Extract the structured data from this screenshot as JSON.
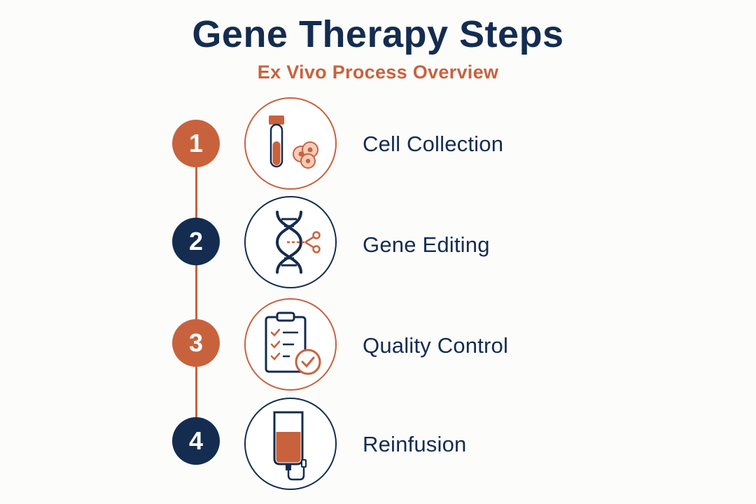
{
  "title": "Gene Therapy Steps",
  "subtitle": "Ex Vivo Process Overview",
  "colors": {
    "navy": "#142c4f",
    "orange": "#c8623d"
  },
  "steps": [
    {
      "number": "1",
      "label": "Cell Collection",
      "icon": "test-tube-cells-icon",
      "badge_color": "#c8623d",
      "ring_color": "#c8623d"
    },
    {
      "number": "2",
      "label": "Gene Editing",
      "icon": "dna-scissors-icon",
      "badge_color": "#142c4f",
      "ring_color": "#142c4f"
    },
    {
      "number": "3",
      "label": "Quality Control",
      "icon": "clipboard-check-icon",
      "badge_color": "#c8623d",
      "ring_color": "#c8623d"
    },
    {
      "number": "4",
      "label": "Reinfusion",
      "icon": "iv-bag-icon",
      "badge_color": "#142c4f",
      "ring_color": "#142c4f"
    }
  ]
}
